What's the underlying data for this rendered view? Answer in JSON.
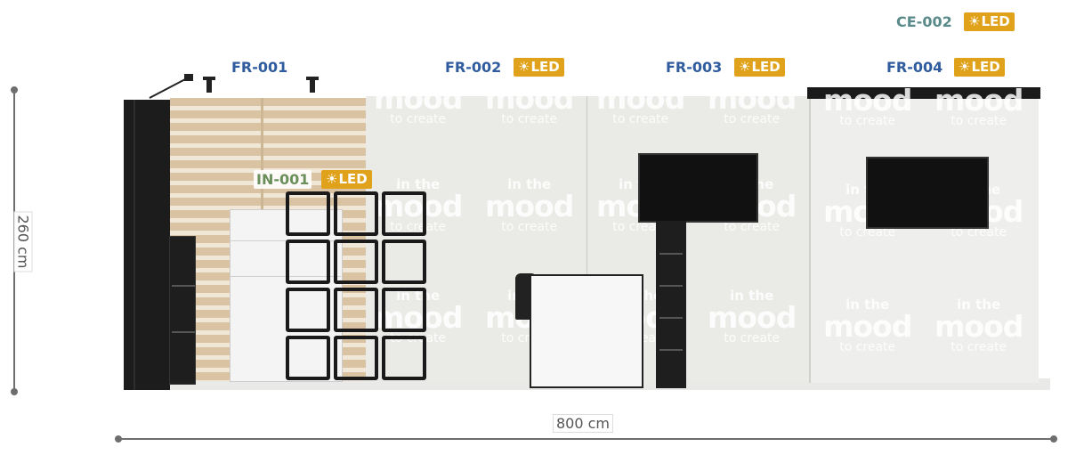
{
  "dimensions": {
    "height_label": "260 cm",
    "width_label": "800 cm"
  },
  "led_label": "LED",
  "colors": {
    "led_badge": "#e0a21a",
    "frame_code": "#2f5c9e",
    "inline_code": "#6b8f5a",
    "ceiling_code": "#5b8a8a"
  },
  "labels": {
    "fr001": "FR-001",
    "fr002": "FR-002",
    "fr003": "FR-003",
    "fr004": "FR-004",
    "ce002": "CE-002",
    "in001": "IN-001"
  },
  "watermark": {
    "line1": "in the",
    "line2": "mood",
    "line3": "to create"
  }
}
